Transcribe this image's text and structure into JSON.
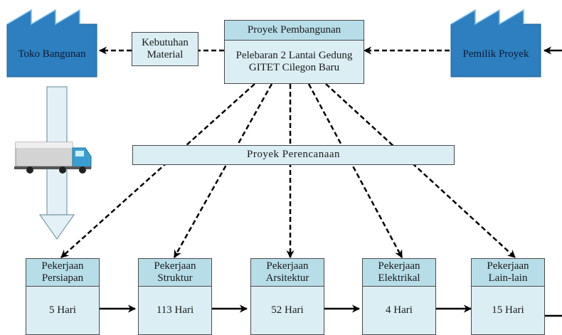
{
  "toko": {
    "label": "Toko Bangunan"
  },
  "pemilik": {
    "label": "Pemilik Proyek"
  },
  "kebutuhan": {
    "label": "Kebutuhan\nMaterial"
  },
  "proyek": {
    "header": "Proyek Pembangunan",
    "body": "Pelebaran 2 Lantai Gedung\nGITET Cilegon Baru"
  },
  "perencanaan": {
    "label": "Proyek Perencanaan"
  },
  "tasks": [
    {
      "title": "Pekerjaan\nPersiapan",
      "duration": "5 Hari"
    },
    {
      "title": "Pekerjaan\nStruktur",
      "duration": "113 Hari"
    },
    {
      "title": "Pekerjaan\nArsitektur",
      "duration": "52 Hari"
    },
    {
      "title": "Pekerjaan\nElektrikal",
      "duration": "4 Hari"
    },
    {
      "title": "Pekerjaan\nLain-lain",
      "duration": "15  Hari"
    }
  ],
  "colors": {
    "factory": "#2e7fbf",
    "box": "#dbeef4",
    "header": "#b7dde8",
    "arrow": "#000000"
  }
}
